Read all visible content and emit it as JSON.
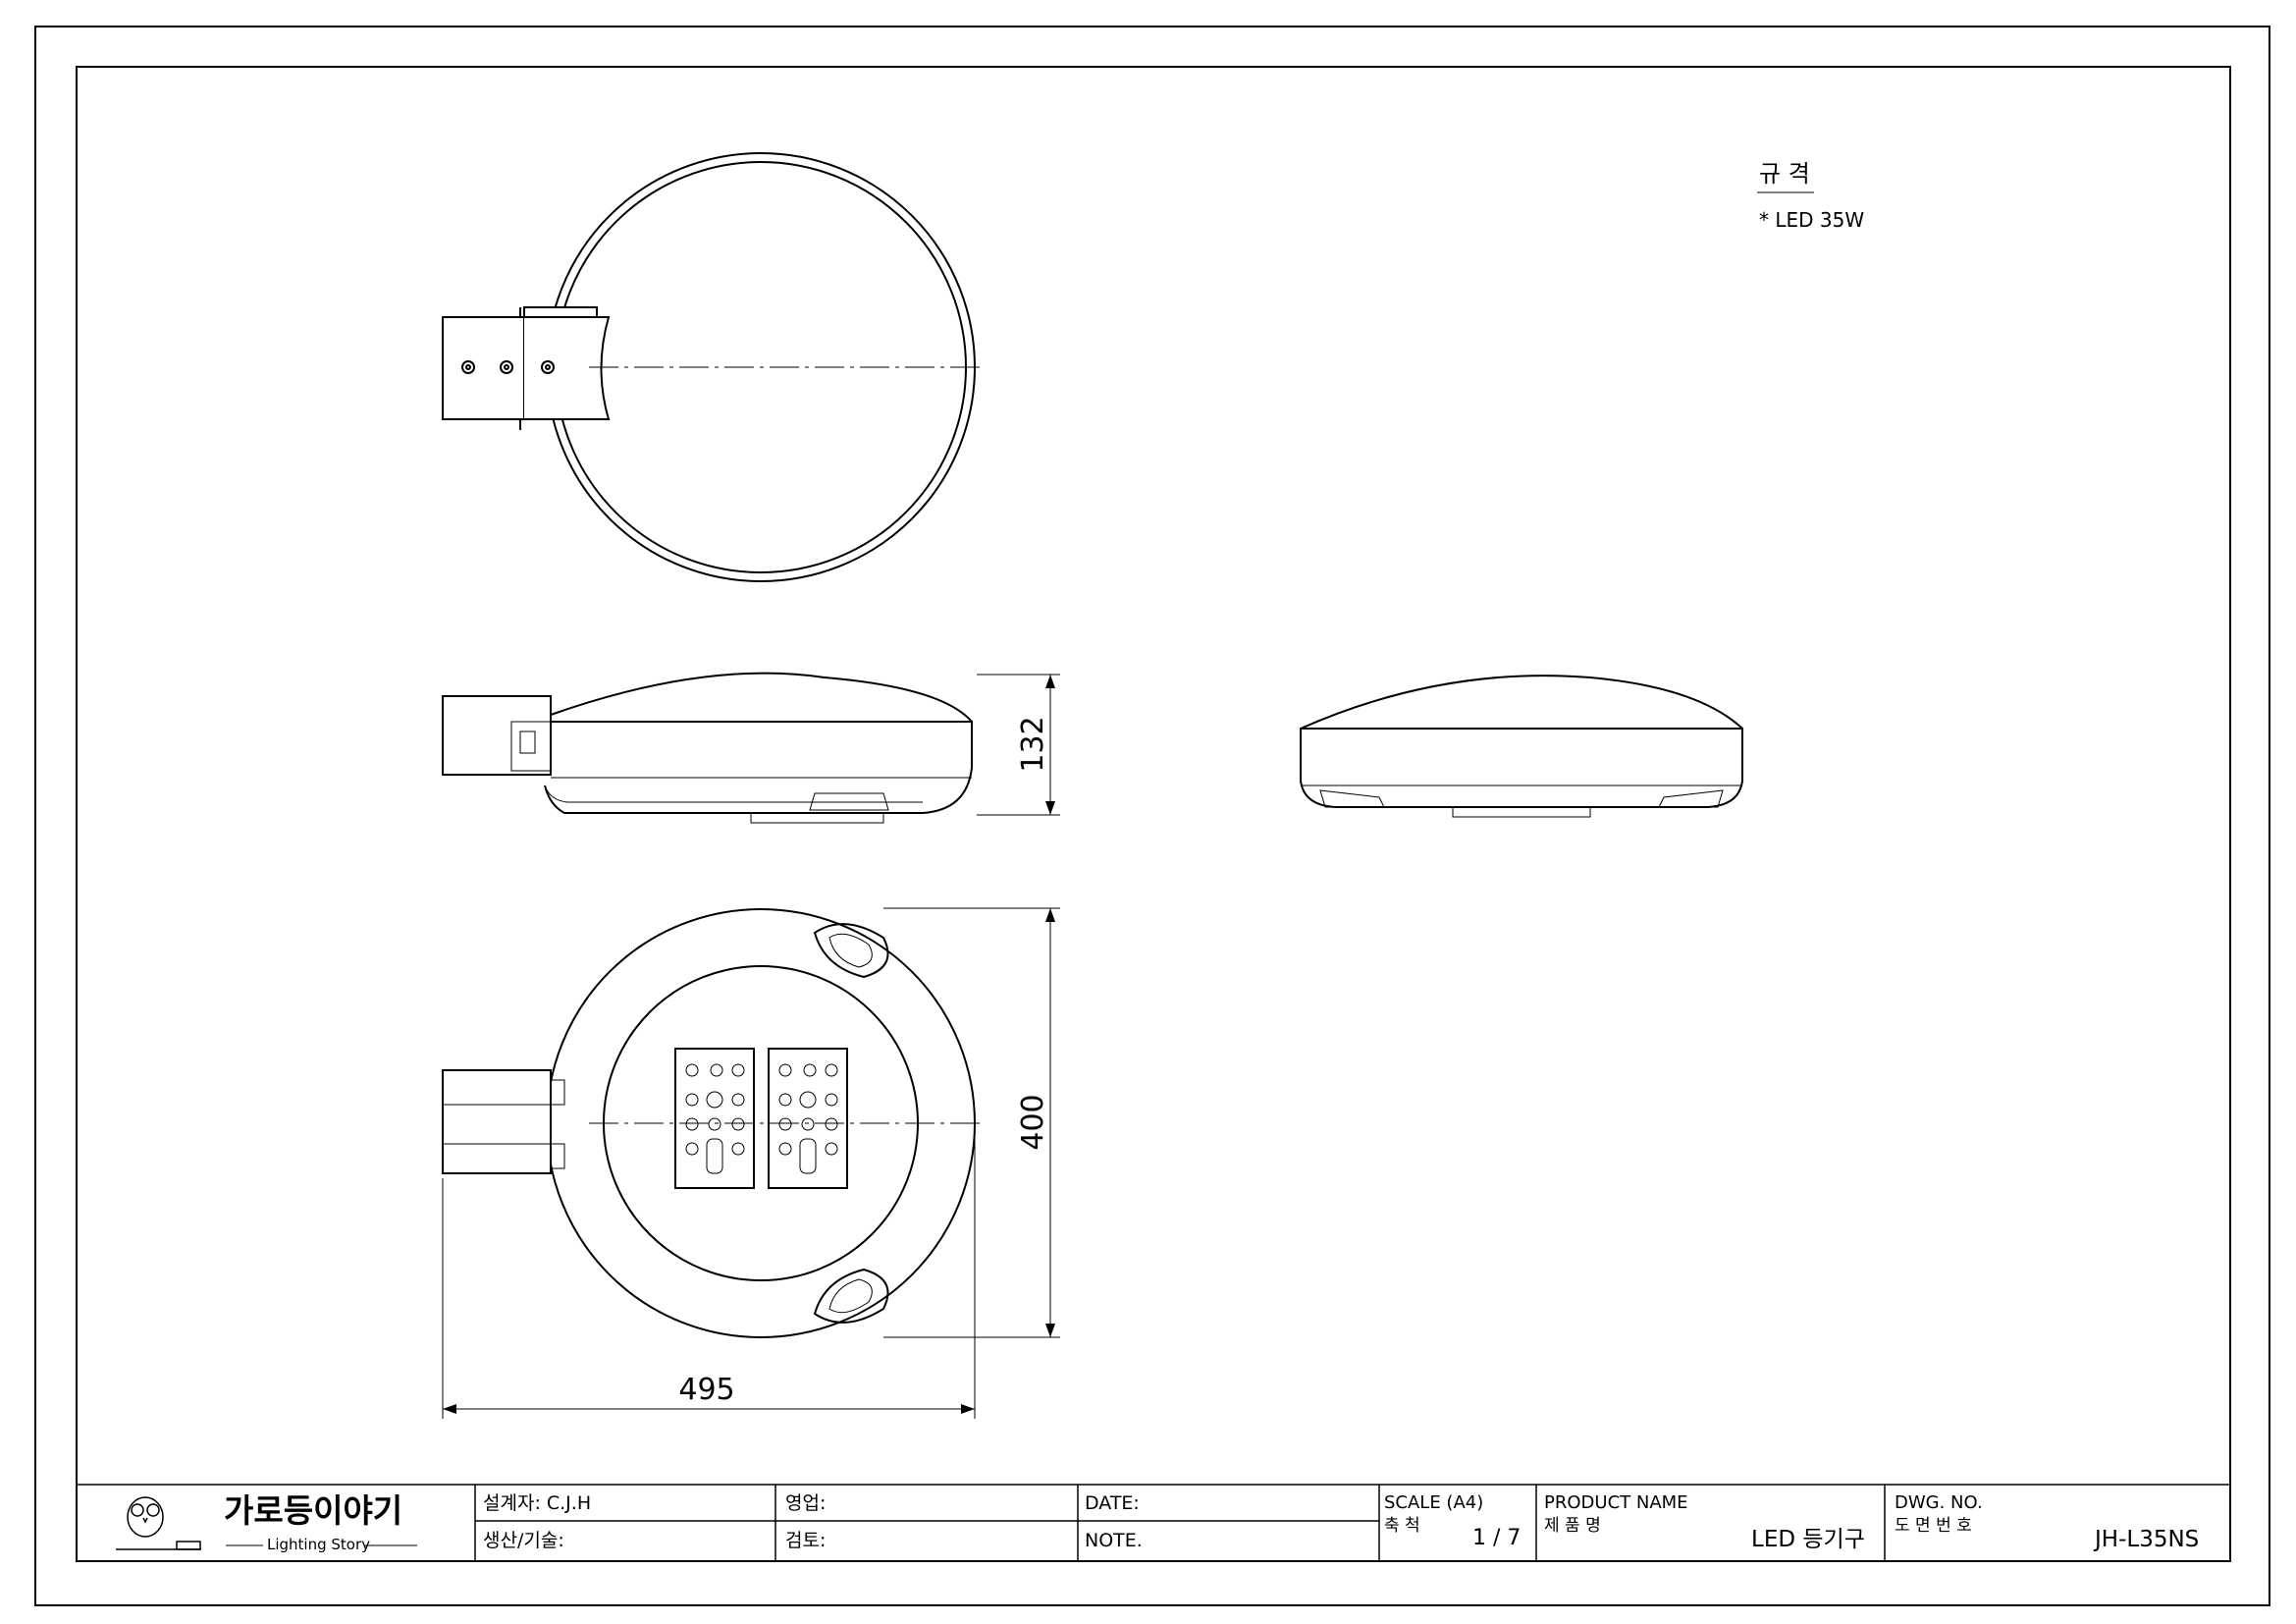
{
  "spec": {
    "heading": "규 격",
    "items": [
      "* LED 35W"
    ]
  },
  "dimensions": {
    "height": "132",
    "diameter": "400",
    "length": "495"
  },
  "title_block": {
    "logo_text": "가로등이야기",
    "logo_sub": "Lighting Story",
    "designer": "설계자: C.J.H",
    "production": "생산/기술:",
    "sales": "영업:",
    "review": "검토:",
    "date": "DATE:",
    "note": "NOTE.",
    "scale_label": "SCALE (A4)",
    "scale_kr": "축 척",
    "scale_value": "1 / 7",
    "product_label": "PRODUCT NAME",
    "product_kr": "제 품 명",
    "product_value": "LED 등기구",
    "dwg_label": "DWG. NO.",
    "dwg_kr": "도 면 번 호",
    "dwg_value": "JH-L35NS"
  }
}
